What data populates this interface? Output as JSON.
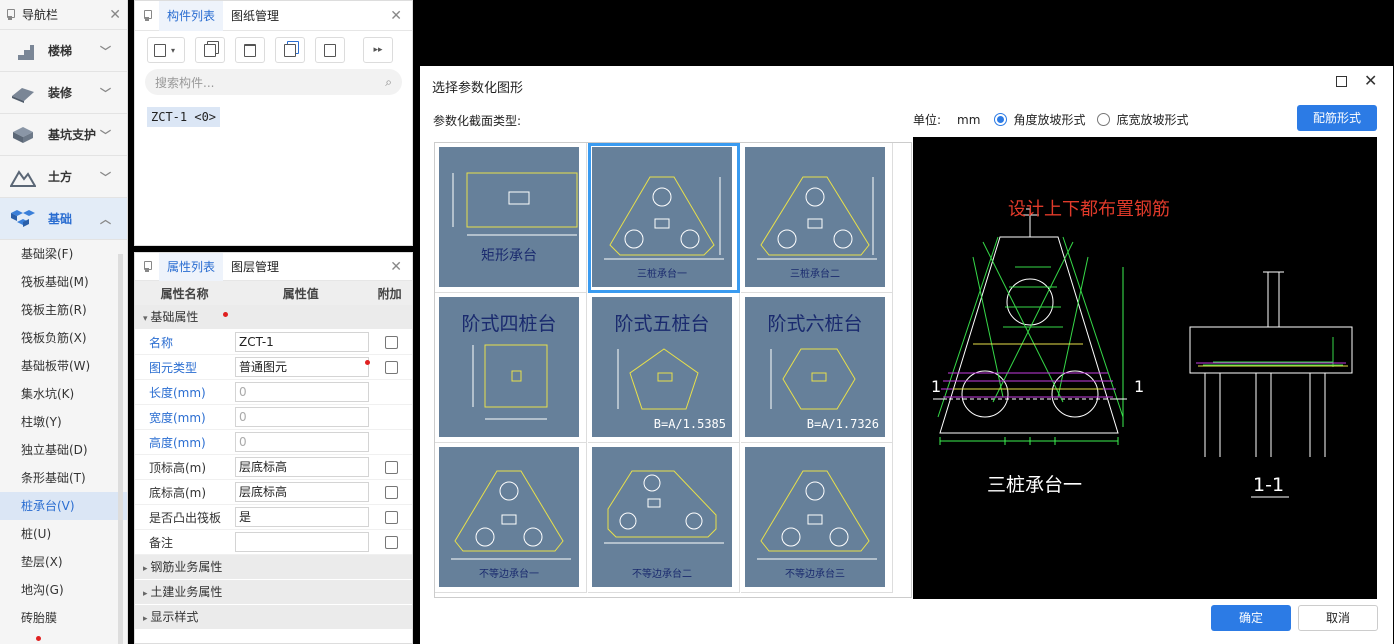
{
  "nav": {
    "title": "导航栏",
    "categories": [
      {
        "label": "楼梯"
      },
      {
        "label": "装修"
      },
      {
        "label": "基坑支护"
      },
      {
        "label": "土方"
      },
      {
        "label": "基础"
      }
    ],
    "items": [
      "基础梁(F)",
      "筏板基础(M)",
      "筏板主筋(R)",
      "筏板负筋(X)",
      "基础板带(W)",
      "集水坑(K)",
      "柱墩(Y)",
      "独立基础(D)",
      "条形基础(T)",
      "桩承台(V)",
      "桩(U)",
      "垫层(X)",
      "地沟(G)",
      "砖胎膜"
    ]
  },
  "comp": {
    "tabs": [
      "构件列表",
      "图纸管理"
    ],
    "search_placeholder": "搜索构件...",
    "item": "ZCT-1 <0>"
  },
  "props": {
    "tabs": [
      "属性列表",
      "图层管理"
    ],
    "headers": [
      "属性名称",
      "属性值",
      "附加"
    ],
    "group_base": "基础属性",
    "rows": [
      {
        "name": "名称",
        "value": "ZCT-1"
      },
      {
        "name": "图元类型",
        "value": "普通图元"
      },
      {
        "name": "长度(mm)",
        "value": "0"
      },
      {
        "name": "宽度(mm)",
        "value": "0"
      },
      {
        "name": "高度(mm)",
        "value": "0"
      },
      {
        "name": "顶标高(m)",
        "value": "层底标高"
      },
      {
        "name": "底标高(m)",
        "value": "层底标高"
      },
      {
        "name": "是否凸出筏板",
        "value": "是"
      },
      {
        "name": "备注",
        "value": ""
      }
    ],
    "groups": [
      "钢筋业务属性",
      "土建业务属性",
      "显示样式"
    ]
  },
  "dialog": {
    "title": "选择参数化图形",
    "section_label": "参数化截面类型:",
    "unit_label": "单位:",
    "unit": "mm",
    "radio1": "角度放坡形式",
    "radio2": "底宽放坡形式",
    "rebar_button": "配筋形式",
    "ok": "确定",
    "cancel": "取消",
    "shapes": [
      "矩形承台",
      "三桩承台一",
      "三桩承台二",
      "阶式四桩台",
      "阶式五桩台",
      "阶式六桩台",
      "不等边承台一",
      "不等边承台二",
      "不等边承台三"
    ],
    "shape_formulas": [
      "B=A/1.5385",
      "B=A/1.7326"
    ],
    "preview": {
      "heading": "设计上下都布置钢筋",
      "caption1": "三桩承台一",
      "caption2": "1-1",
      "left_mark": "1",
      "right_mark": "1"
    }
  },
  "colors": {
    "accent": "#2c7be5",
    "tile": "#66809a",
    "select": "#3a9bf0"
  }
}
